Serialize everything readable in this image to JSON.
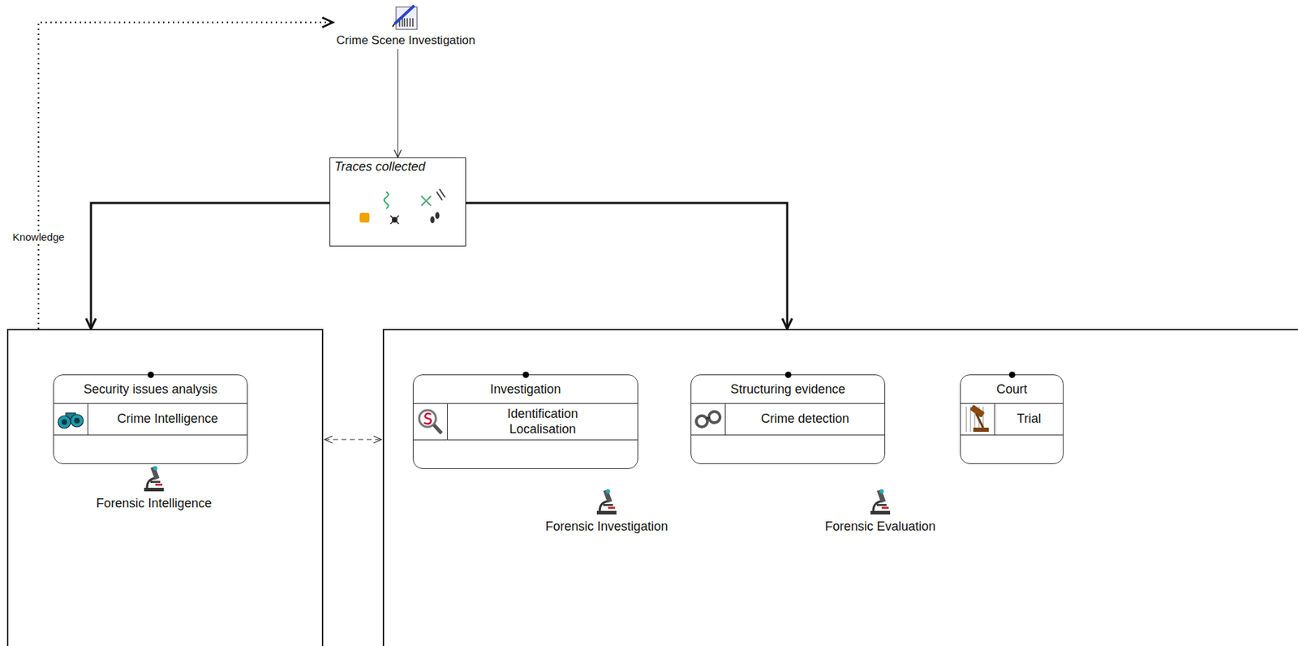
{
  "diagram": {
    "nodes": [
      {
        "text": [
          "Crime Scene Investigation"
        ]
      },
      {
        "text": [
          "Traces collected"
        ]
      },
      {
        "text": [
          "Forensic Intelligence"
        ]
      },
      {
        "text": [
          "Security issues analysis",
          "Crime Intelligence"
        ],
        "in": 2
      },
      {
        "text": [
          "Forensic Investigation",
          "Forensic Evaluation"
        ]
      },
      {
        "text": [
          "Investigation",
          "Identification Localisation"
        ],
        "in": 4
      },
      {
        "text": [
          "Structuring evidence",
          "Crime detection"
        ],
        "in": 4
      },
      {
        "text": [
          "Court",
          "Trial"
        ],
        "in": 4
      }
    ],
    "edges": [
      {
        "from": 0,
        "to": 1,
        "arrow": "to"
      },
      {
        "from": 1,
        "to": 2,
        "arrow": "to"
      },
      {
        "from": 1,
        "to": 4,
        "arrow": "to"
      },
      {
        "from": 2,
        "to": 4,
        "arrow": "both"
      },
      {
        "from": 5,
        "to": 6,
        "arrow": "to"
      },
      {
        "from": 6,
        "to": 7,
        "arrow": "to"
      },
      {
        "from": 2,
        "to": 0,
        "arrow": "to",
        "label": "Knowledge"
      }
    ]
  }
}
